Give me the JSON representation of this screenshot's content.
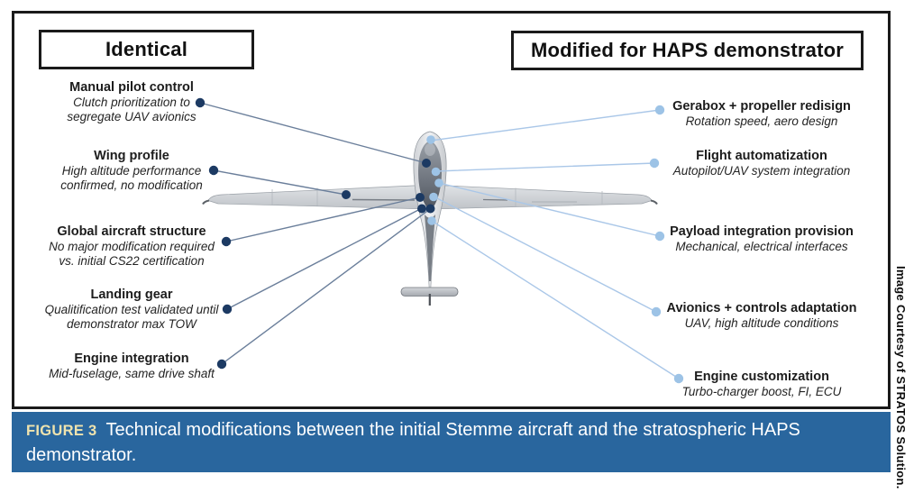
{
  "header": {
    "left_label": "Identical",
    "right_label": "Modified for HAPS demonstrator"
  },
  "callouts": {
    "left": [
      {
        "title": "Manual pilot control",
        "desc": "Clutch prioritization to\nsegregate UAV avionics"
      },
      {
        "title": "Wing profile",
        "desc": "High altitude performance\nconfirmed, no modification"
      },
      {
        "title": "Global aircraft structure",
        "desc": "No major modification required\nvs. initial CS22 certification"
      },
      {
        "title": "Landing gear",
        "desc": "Qualitification test validated until\ndemonstrator max TOW"
      },
      {
        "title": "Engine integration",
        "desc": "Mid-fuselage, same drive shaft"
      }
    ],
    "right": [
      {
        "title": "Gerabox + propeller redisign",
        "desc": "Rotation speed, aero design"
      },
      {
        "title": "Flight automatization",
        "desc": "Autopilot/UAV system integration"
      },
      {
        "title": "Payload integration provision",
        "desc": "Mechanical, electrical interfaces"
      },
      {
        "title": "Avionics + controls adaptation",
        "desc": "UAV, high altitude conditions"
      },
      {
        "title": "Engine customization",
        "desc": "Turbo-charger boost, FI, ECU"
      }
    ]
  },
  "caption": {
    "label": "FIGURE 3",
    "text": "Technical modifications between the initial Stemme aircraft and the stratospheric HAPS demonstrator."
  },
  "credit": {
    "text": "Image Courtesy of STRATOS Solution."
  },
  "colors": {
    "caption-bar": "#29669e",
    "caption-label": "#efe3ae",
    "caption-text": "#ffffff",
    "dot-dark": "#1c3a63",
    "dot-light": "#9dc3e6",
    "line-dark": "#6b7f9b",
    "line-light": "#aac7e8",
    "border-dark": "#1a1a1a"
  }
}
